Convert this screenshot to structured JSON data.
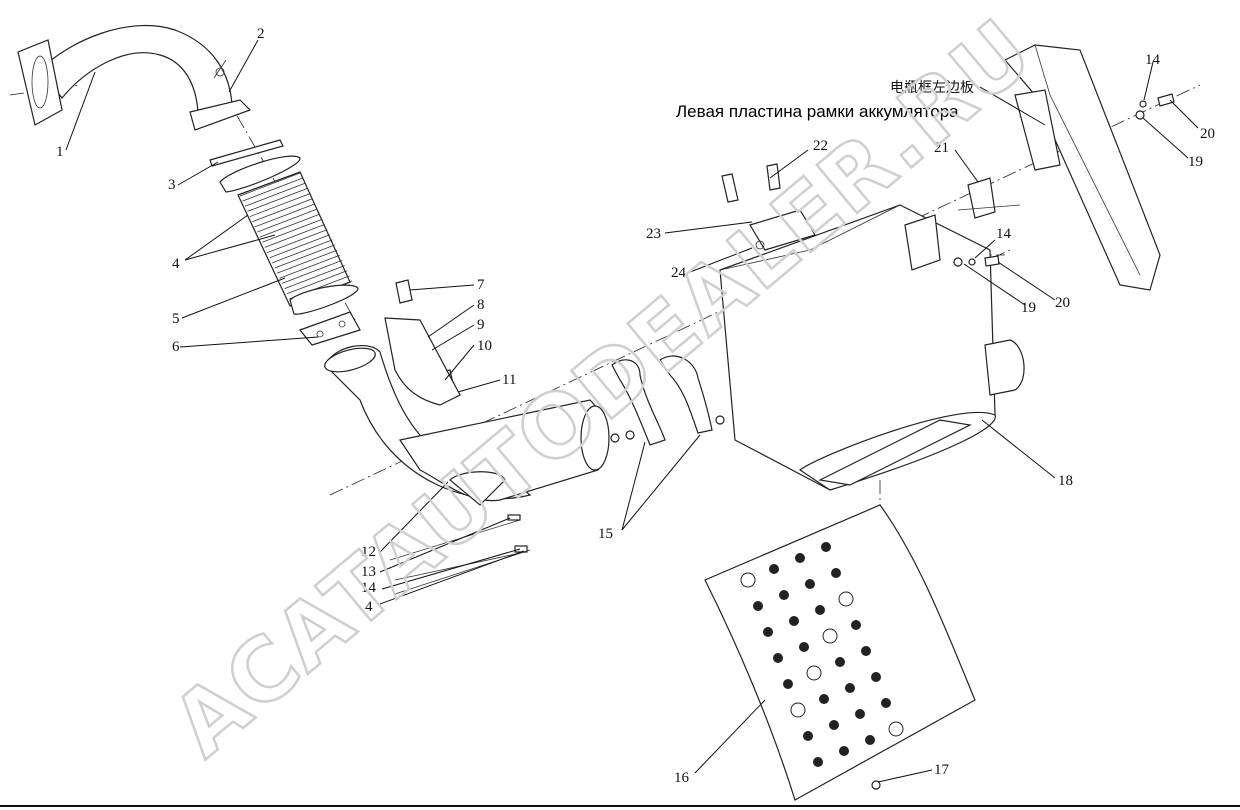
{
  "watermark": "ACATAUTODEALER.RU",
  "caption_cn": "电瓶框左边板",
  "caption_ru": "Левая пластина рамки аккумлятора",
  "callouts": [
    "1",
    "2",
    "3",
    "4",
    "5",
    "6",
    "7",
    "8",
    "9",
    "10",
    "11",
    "12",
    "13",
    "14",
    "4",
    "15",
    "16",
    "17",
    "18",
    "19",
    "20",
    "21",
    "22",
    "23",
    "24",
    "14",
    "19",
    "20",
    "14"
  ]
}
